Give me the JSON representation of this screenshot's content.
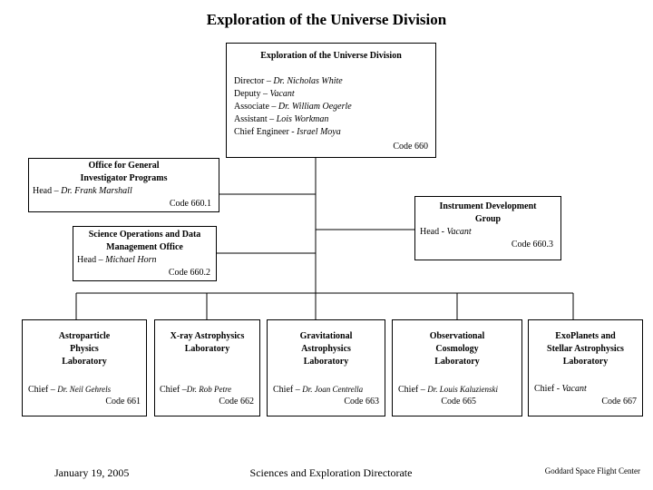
{
  "title": "Exploration of the Universe Division",
  "top": {
    "name": "Exploration of the Universe Division",
    "rows": [
      {
        "role": "Director – ",
        "person": "Dr. Nicholas White"
      },
      {
        "role": "Deputy – ",
        "person": "Vacant"
      },
      {
        "role": "Associate – ",
        "person": "Dr. William Oegerle"
      },
      {
        "role": "Assistant – ",
        "person": "Lois Workman"
      },
      {
        "role": "Chief Engineer - ",
        "person": "Israel Moya"
      }
    ],
    "code": "Code 660"
  },
  "ogip": {
    "name_line1": "Office for General",
    "name_line2": "Investigator Programs",
    "role": "Head – ",
    "person": "Dr. Frank Marshall",
    "code": "Code 660.1"
  },
  "sodmo": {
    "name_line1": "Science Operations and Data",
    "name_line2": "Management Office",
    "role": "Head – ",
    "person": "Michael Horn",
    "code": "Code 660.2"
  },
  "idg": {
    "name_line1": "Instrument Development",
    "name_line2": "Group",
    "role": "Head - ",
    "person": "Vacant",
    "code": "Code 660.3"
  },
  "labs": [
    {
      "name": [
        "Astroparticle",
        "Physics",
        "Laboratory"
      ],
      "role": "Chief – ",
      "person": "Dr. Neil Gehrels",
      "code": "Code 661"
    },
    {
      "name": [
        "X-ray Astrophysics",
        "Laboratory"
      ],
      "role": "Chief –",
      "person": "Dr. Rob Petre",
      "code": "Code 662"
    },
    {
      "name": [
        "Gravitational",
        "Astrophysics",
        "Laboratory"
      ],
      "role": "Chief – ",
      "person": "Dr. Joan Centrella",
      "code": "Code 663"
    },
    {
      "name": [
        "Observational",
        "Cosmology",
        "Laboratory"
      ],
      "role": "Chief – ",
      "person": "Dr. Louis Kaluzienski",
      "code": "Code 665"
    },
    {
      "name": [
        "ExoPlanets and",
        "Stellar Astrophysics",
        "Laboratory"
      ],
      "role": "Chief - ",
      "person": "Vacant",
      "code": "Code 667"
    }
  ],
  "footer": {
    "date": "January 19, 2005",
    "directorate": "Sciences and Exploration Directorate",
    "center": "Goddard Space Flight Center"
  }
}
